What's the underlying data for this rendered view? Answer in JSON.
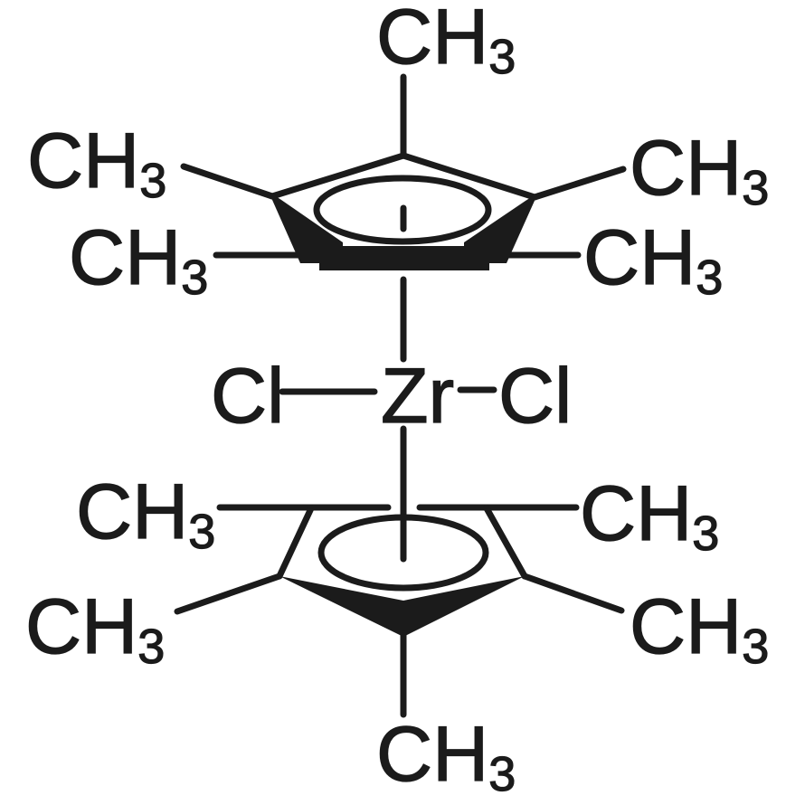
{
  "palette": {
    "background": "#ffffff",
    "ink": "#1b1b1b"
  },
  "center_unit": {
    "metal": "Zr",
    "chloride_left": "Cl",
    "chloride_right": "Cl"
  },
  "methyl": {
    "main": "CH",
    "sub": "3"
  },
  "rings": {
    "top_ring_methyl_positions": [
      "top",
      "upper-left",
      "upper-right",
      "lower-left",
      "lower-right"
    ],
    "bottom_ring_methyl_positions": [
      "upper-left",
      "upper-right",
      "lower-left",
      "lower-right",
      "bottom"
    ]
  }
}
